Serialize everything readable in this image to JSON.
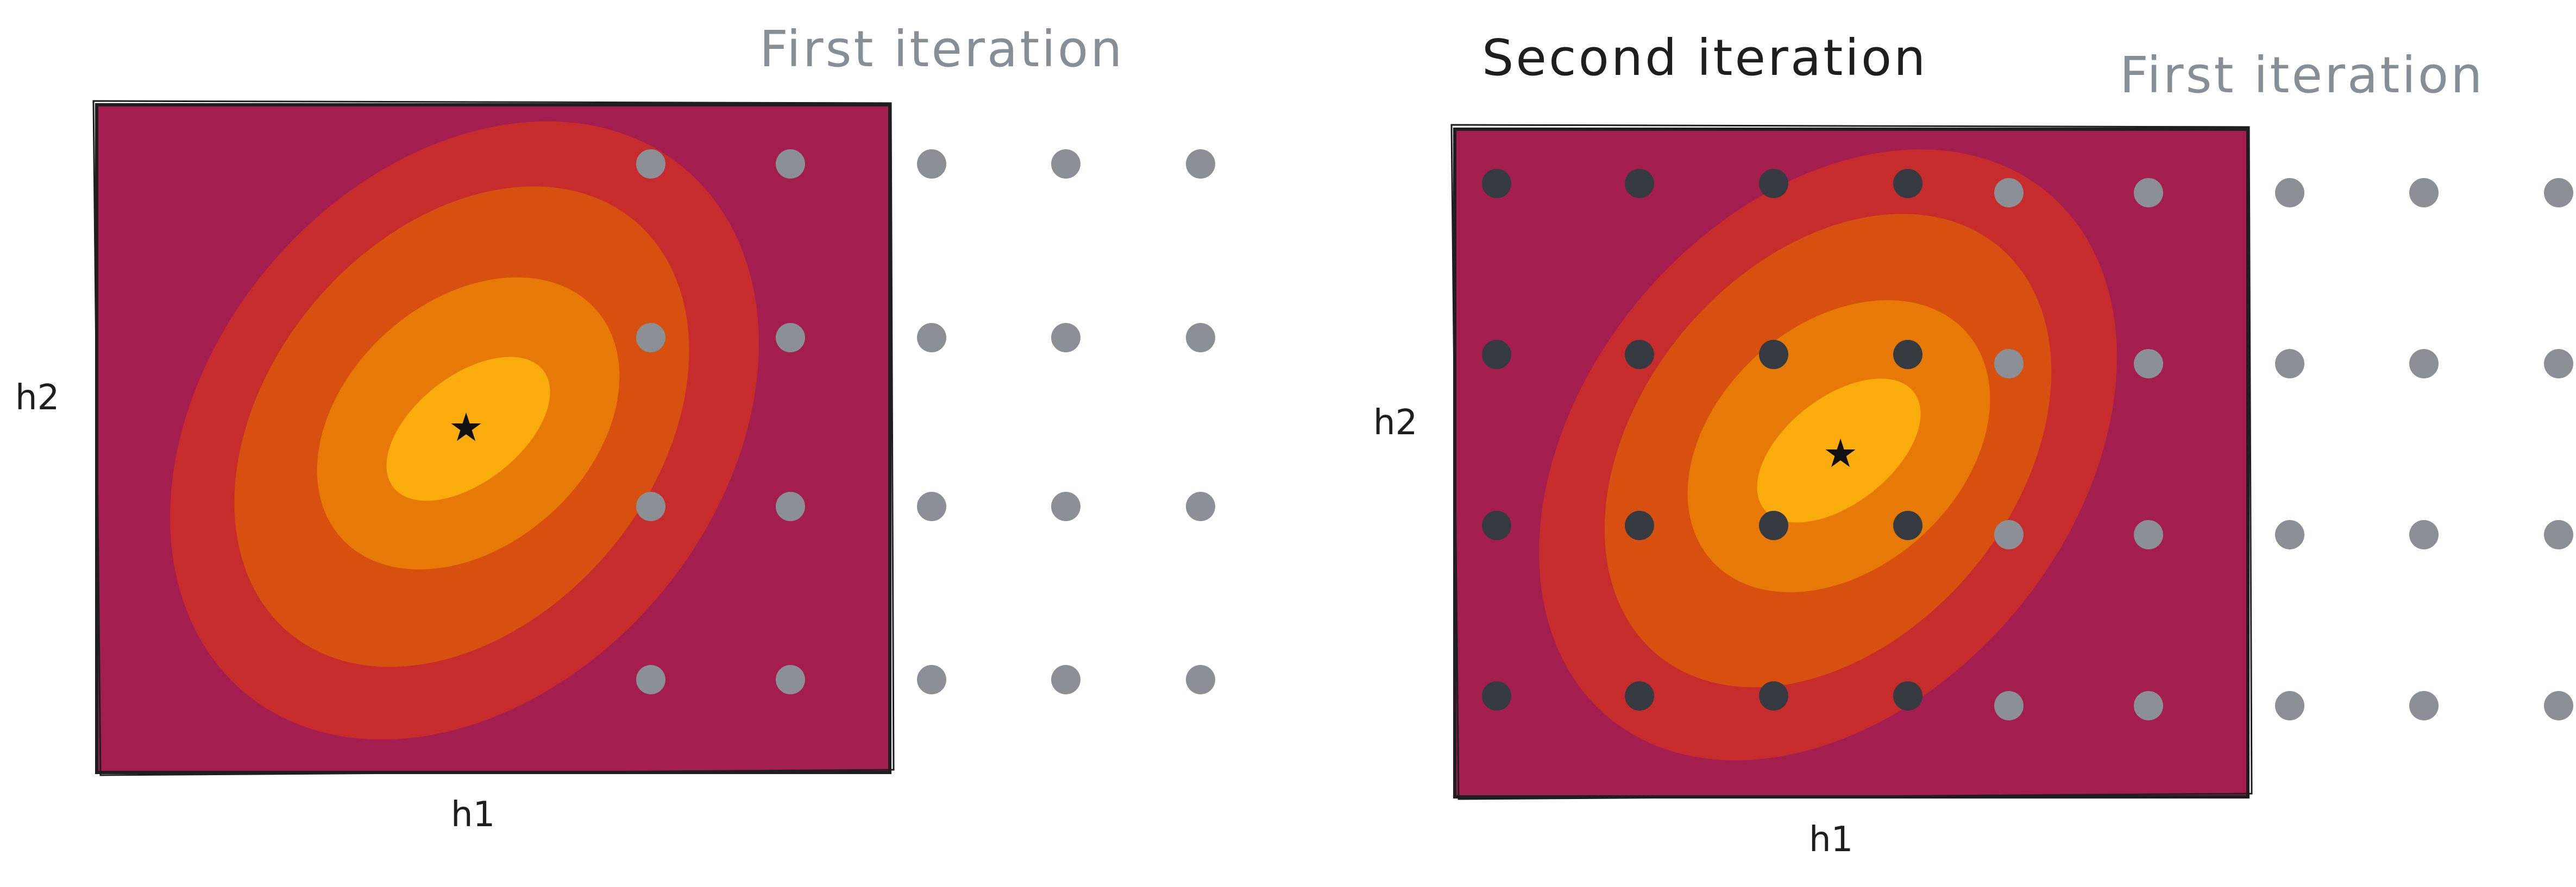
{
  "colors": {
    "background": "#ffffff",
    "field_outer": "#a31e4e",
    "contour_1": "#c72c2d",
    "contour_2": "#d8500f",
    "contour_3": "#e77a06",
    "contour_4": "#f9ac0b",
    "dot_first_iteration": "#8a9096",
    "dot_second_iteration": "#343a40",
    "title_first": "#868e96",
    "title_second": "#1e1e1e",
    "star": "#111111"
  },
  "panels": [
    {
      "titles": {
        "first": "First iteration"
      },
      "axis": {
        "x": "h1",
        "y": "h2"
      },
      "optimum_marker": "★",
      "grids": [
        {
          "name": "first-iteration",
          "cols": 5,
          "rows": 4
        }
      ]
    },
    {
      "titles": {
        "second": "Second iteration",
        "first": "First iteration"
      },
      "axis": {
        "x": "h1",
        "y": "h2"
      },
      "optimum_marker": "★",
      "grids": [
        {
          "name": "first-iteration",
          "cols": 5,
          "rows": 4
        },
        {
          "name": "second-iteration",
          "cols": 4,
          "rows": 4
        }
      ]
    }
  ]
}
